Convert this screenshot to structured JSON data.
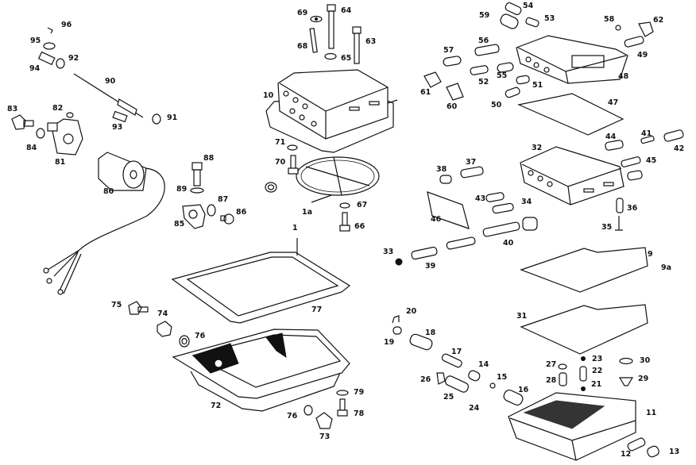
{
  "diagram": {
    "title": "Automatic transmission valve body and oil pan exploded view",
    "labels": {
      "p1": "1",
      "p1a": "1a",
      "p9": "9",
      "p9a": "9a",
      "p10": "10",
      "p11": "11",
      "p12": "12",
      "p13": "13",
      "p14": "14",
      "p15": "15",
      "p16": "16",
      "p17": "17",
      "p18": "18",
      "p19": "19",
      "p20": "20",
      "p21": "21",
      "p22": "22",
      "p23": "23",
      "p24": "24",
      "p25": "25",
      "p26": "26",
      "p27": "27",
      "p28": "28",
      "p29": "29",
      "p30": "30",
      "p31": "31",
      "p32": "32",
      "p33": "33",
      "p34": "34",
      "p35": "35",
      "p36": "36",
      "p37": "37",
      "p38": "38",
      "p39": "39",
      "p40": "40",
      "p41": "41",
      "p42": "42",
      "p43": "43",
      "p44": "44",
      "p45": "45",
      "p46": "46",
      "p47": "47",
      "p48": "48",
      "p49": "49",
      "p50": "50",
      "p51": "51",
      "p52": "52",
      "p53": "53",
      "p54": "54",
      "p55": "55",
      "p56": "56",
      "p57": "57",
      "p58": "58",
      "p59": "59",
      "p60": "60",
      "p61": "61",
      "p62": "62",
      "p63": "63",
      "p64": "64",
      "p65": "65",
      "p66": "66",
      "p67": "67",
      "p68": "68",
      "p69": "69",
      "p70": "70",
      "p71": "71",
      "p72": "72",
      "p73": "73",
      "p74": "74",
      "p75": "75",
      "p76a": "76",
      "p76b": "76",
      "p77": "77",
      "p78": "78",
      "p79": "79",
      "p80": "80",
      "p81": "81",
      "p82": "82",
      "p83": "83",
      "p84": "84",
      "p85": "85",
      "p86": "86",
      "p87": "87",
      "p88": "88",
      "p89": "89",
      "p90": "90",
      "p91": "91",
      "p92": "92",
      "p93": "93",
      "p94": "94",
      "p95": "95",
      "p96": "96"
    }
  }
}
